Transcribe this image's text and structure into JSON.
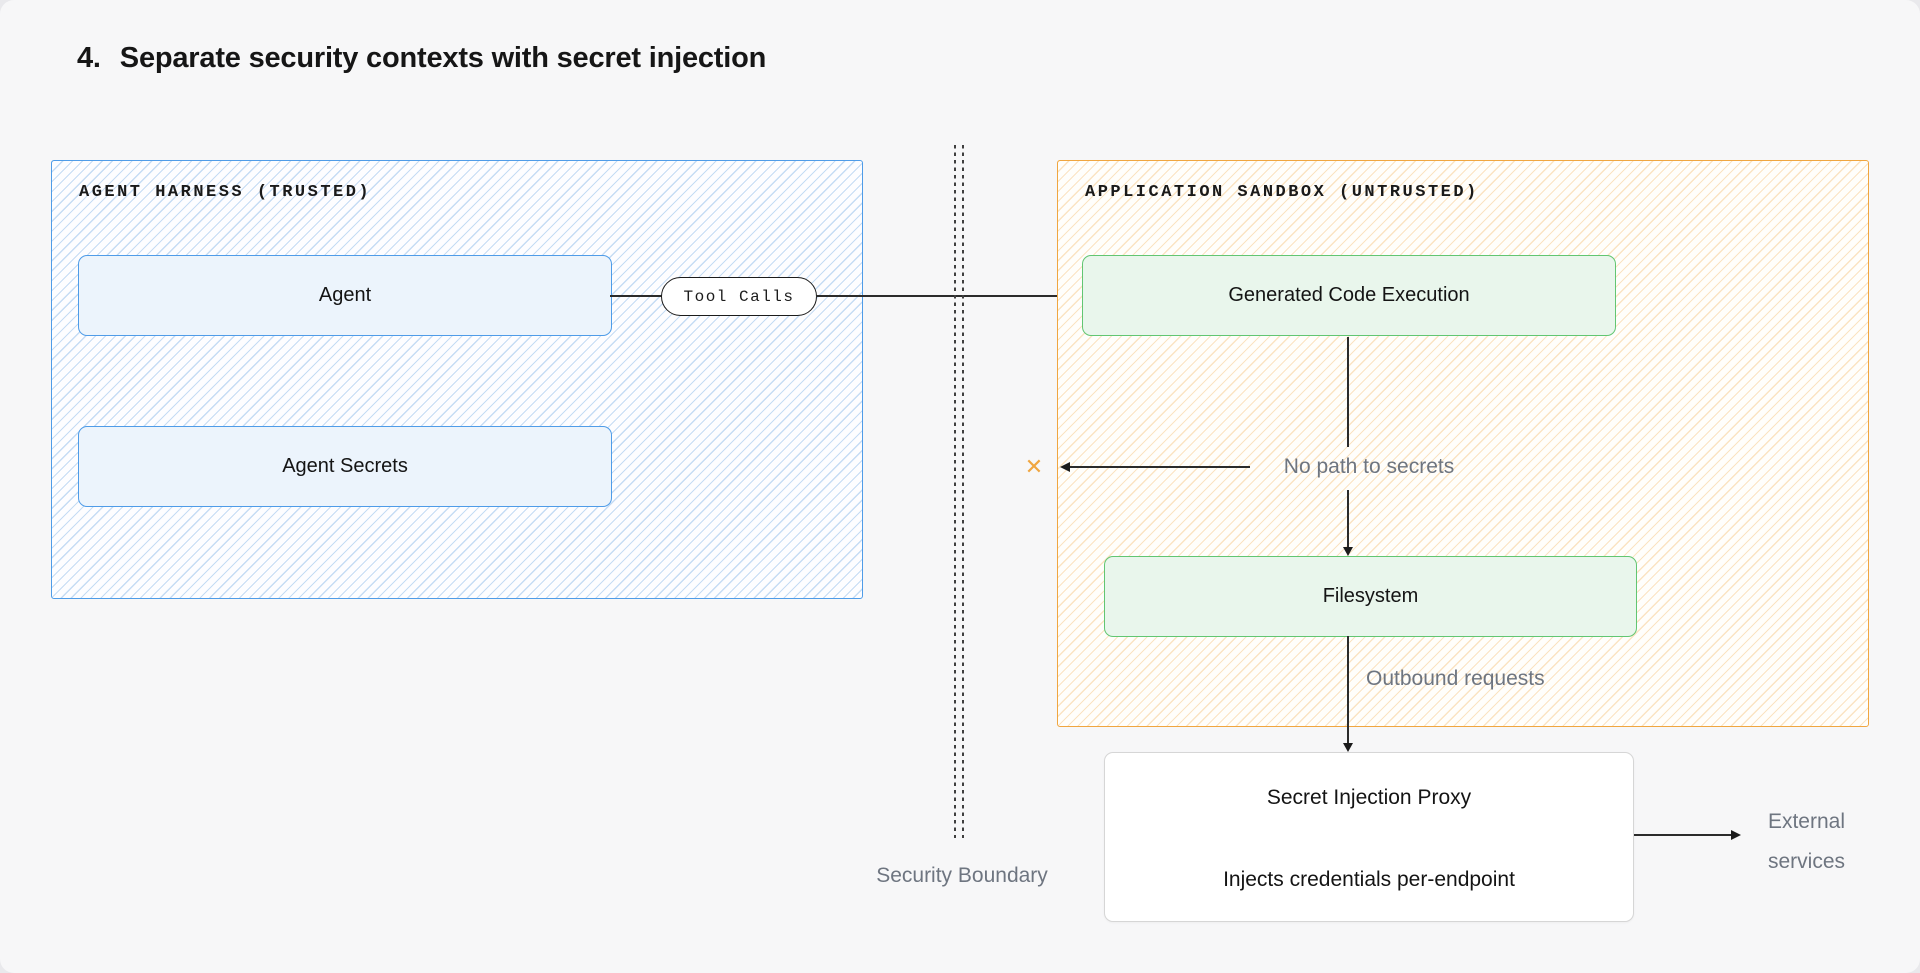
{
  "title": {
    "number": "4.",
    "text": "Separate security contexts with secret injection"
  },
  "trusted_zone": {
    "label": "AGENT HARNESS (TRUSTED)",
    "agent_label": "Agent",
    "agent_secrets_label": "Agent Secrets"
  },
  "connector": {
    "tool_calls_label": "Tool Calls"
  },
  "boundary": {
    "label": "Security Boundary"
  },
  "untrusted_zone": {
    "label": "APPLICATION SANDBOX (UNTRUSTED)",
    "generated_code_label": "Generated Code Execution",
    "filesystem_label": "Filesystem",
    "no_path_label": "No path to secrets",
    "blocked_icon": "✕",
    "outbound_label": "Outbound requests"
  },
  "proxy": {
    "title": "Secret Injection Proxy",
    "subtitle": "Injects credentials per-endpoint"
  },
  "external": {
    "line1": "External",
    "line2": "services"
  },
  "colors": {
    "trusted_accent": "#4f9ce8",
    "untrusted_accent": "#f0a640",
    "node_green": "#62c672",
    "muted_text": "#6e7580"
  }
}
